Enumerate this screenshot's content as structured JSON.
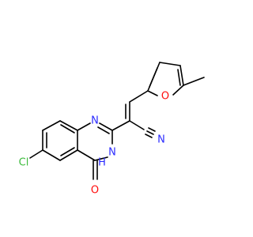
{
  "molecule": {
    "atoms": {
      "cl": "Cl",
      "o_carbonyl": "O",
      "nh": "N",
      "h_on_n": "H",
      "n_ring": "N",
      "n_nitrile": "N",
      "o_furan": "O"
    },
    "colors": {
      "bond": "#000000",
      "chlorine": "#3dbb3d",
      "nitrogen": "#2b2bff",
      "oxygen": "#ff0d0d"
    }
  }
}
